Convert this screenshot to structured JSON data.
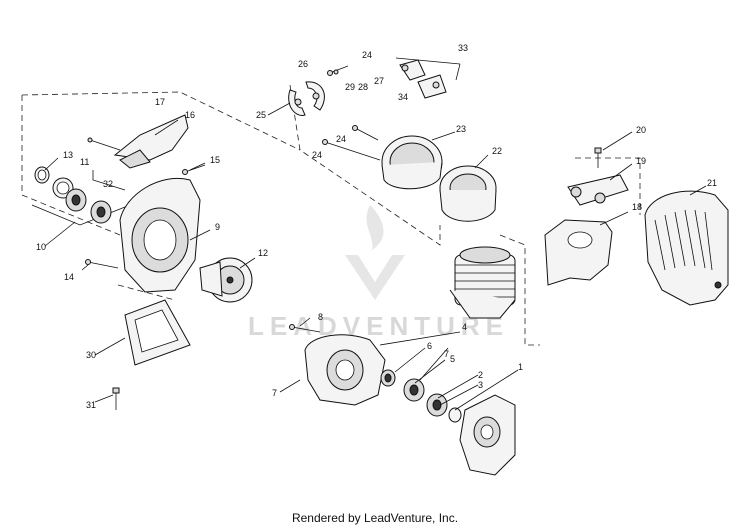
{
  "watermark": {
    "text": "LEADVENTURE"
  },
  "footer": {
    "text": "Rendered by LeadVenture, Inc."
  },
  "labels": {
    "p1": "1",
    "p2": "2",
    "p3": "3",
    "p4": "4",
    "p5": "5",
    "p6": "6",
    "p7a": "7",
    "p7b": "7",
    "p8": "8",
    "p9": "9",
    "p10": "10",
    "p11": "11",
    "p12": "12",
    "p13": "13",
    "p14": "14",
    "p15": "15",
    "p16": "16",
    "p17": "17",
    "p18": "18",
    "p19": "19",
    "p20": "20",
    "p21": "21",
    "p22": "22",
    "p23": "23",
    "p24a": "24",
    "p24b": "24",
    "p24c": "24",
    "p25": "25",
    "p26": "26",
    "p27": "27",
    "p28": "28",
    "p29": "29",
    "p30": "30",
    "p31": "31",
    "p32": "32",
    "p33": "33",
    "p34": "34"
  }
}
